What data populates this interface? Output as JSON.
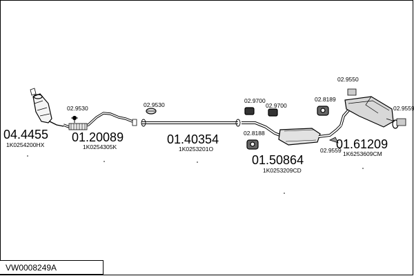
{
  "diagram_code": "VW0008249A",
  "parts": [
    {
      "number": "04.4455",
      "ref": "1K0254200HX"
    },
    {
      "number": "01.20089",
      "ref": "1K0254305K"
    },
    {
      "number": "01.40354",
      "ref": "1K0253201O"
    },
    {
      "number": "01.50864",
      "ref": "1K0253209CD"
    },
    {
      "number": "01.61209",
      "ref": "1K6253609CM"
    }
  ],
  "accessories": [
    {
      "number": "02.9530"
    },
    {
      "number": "02.9530"
    },
    {
      "number": "02.9700"
    },
    {
      "number": "02.9700"
    },
    {
      "number": "02.8189"
    },
    {
      "number": "02.9550"
    },
    {
      "number": "02.9559"
    },
    {
      "number": "02.8188"
    },
    {
      "number": "02.9559"
    }
  ]
}
